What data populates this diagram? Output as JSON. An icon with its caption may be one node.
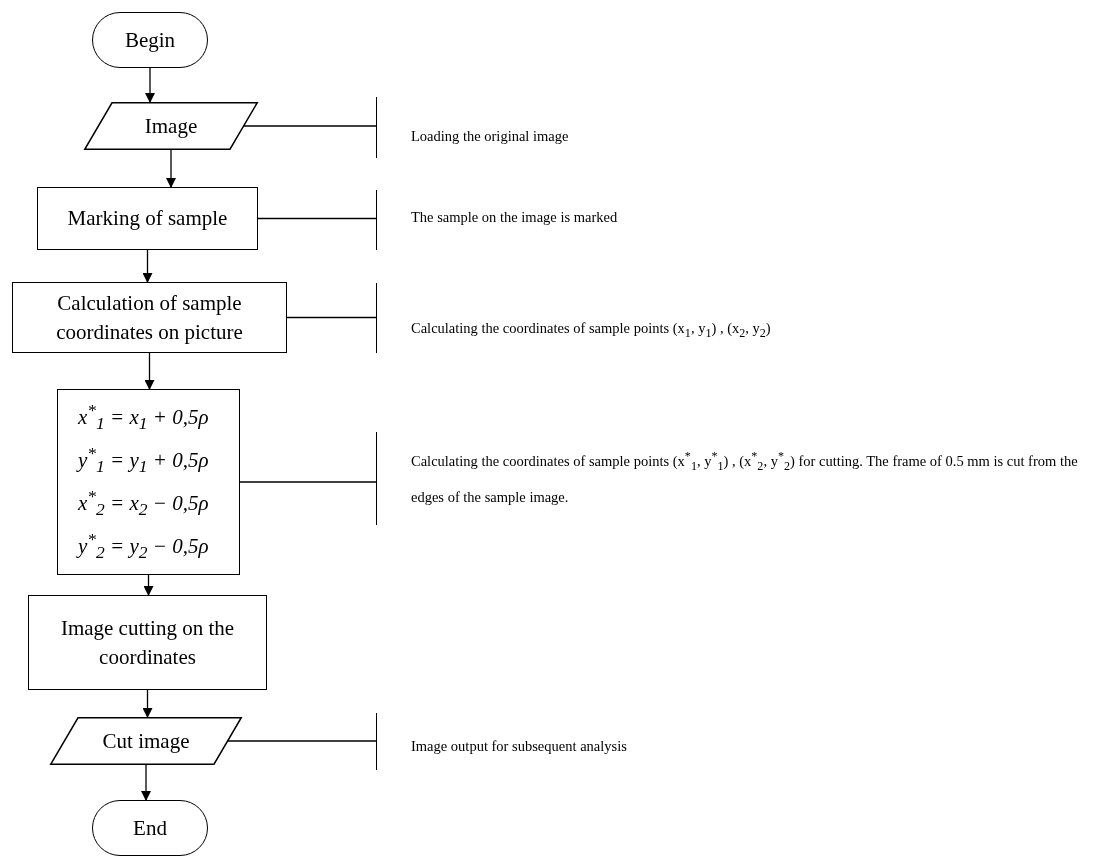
{
  "diagram": {
    "nodes": [
      {
        "text": [
          "Begin"
        ]
      },
      {
        "text": [
          "Image"
        ]
      },
      {
        "text": [
          "Marking of sample"
        ]
      },
      {
        "text": [
          "Calculation of sample coordinates on picture"
        ]
      },
      {
        "text": [
          "x$^{*}$$_{1}$ = x$_{1}$ + 0,5ρ",
          "y$^{*}$$_{1}$ = y$_{1}$ + 0,5ρ",
          "x$^{*}$$_{2}$ = x$_{2}$ − 0,5ρ",
          "y$^{*}$$_{2}$ = y$_{2}$ − 0,5ρ"
        ]
      },
      {
        "text": [
          "Image cutting on the coordinates"
        ]
      },
      {
        "text": [
          "Cut image"
        ]
      },
      {
        "text": [
          "End"
        ]
      },
      {
        "text": [
          "Loading the original image"
        ]
      },
      {
        "text": [
          "The sample on the image is marked"
        ]
      },
      {
        "text": [
          "Calculating the coordinates of sample points (x$_{1}$, y$_{1}$) , (x$_{2}$, y$_{2}$)"
        ]
      },
      {
        "text": [
          "Calculating the coordinates of sample points (x$^{*}$$_{1}$, y$^{*}$$_{1}$) , (x$^{*}$$_{2}$, y$^{*}$$_{2}$) for cutting. The frame of 0.5 mm is cut from the edges of the sample image."
        ]
      },
      {
        "text": [
          "Image output for subsequent analysis"
        ]
      }
    ],
    "edges": [
      {
        "from": 0,
        "to": 1,
        "arrow": "to"
      },
      {
        "from": 1,
        "to": 2,
        "arrow": "to"
      },
      {
        "from": 2,
        "to": 3,
        "arrow": "to"
      },
      {
        "from": 3,
        "to": 4,
        "arrow": "to"
      },
      {
        "from": 4,
        "to": 5,
        "arrow": "to"
      },
      {
        "from": 5,
        "to": 6,
        "arrow": "to"
      },
      {
        "from": 6,
        "to": 7,
        "arrow": "to"
      },
      {
        "from": 1,
        "to": 8,
        "arrow": "none"
      },
      {
        "from": 2,
        "to": 9,
        "arrow": "none"
      },
      {
        "from": 3,
        "to": 10,
        "arrow": "none"
      },
      {
        "from": 4,
        "to": 11,
        "arrow": "none"
      },
      {
        "from": 6,
        "to": 12,
        "arrow": "none"
      }
    ]
  }
}
